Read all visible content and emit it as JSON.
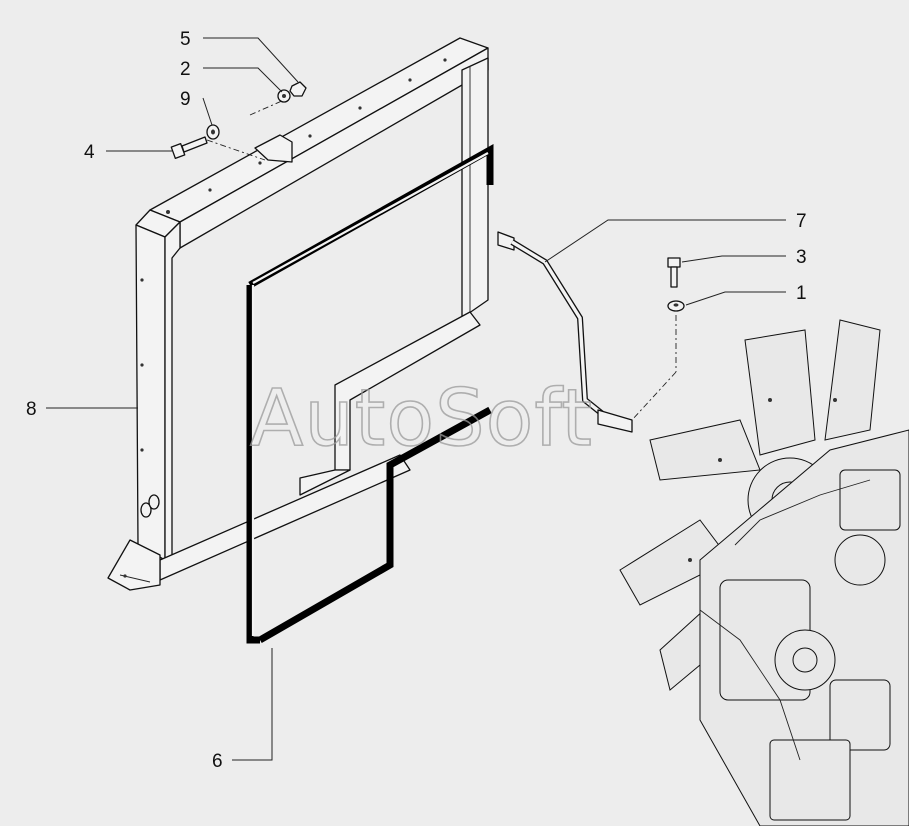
{
  "watermark": "AutoSoft",
  "callouts": {
    "c1": "1",
    "c2": "2",
    "c3": "3",
    "c4": "4",
    "c5": "5",
    "c6": "6",
    "c7": "7",
    "c8": "8",
    "c9": "9"
  },
  "colors": {
    "background": "#ededed",
    "line": "#111111",
    "seal": "#000000"
  }
}
